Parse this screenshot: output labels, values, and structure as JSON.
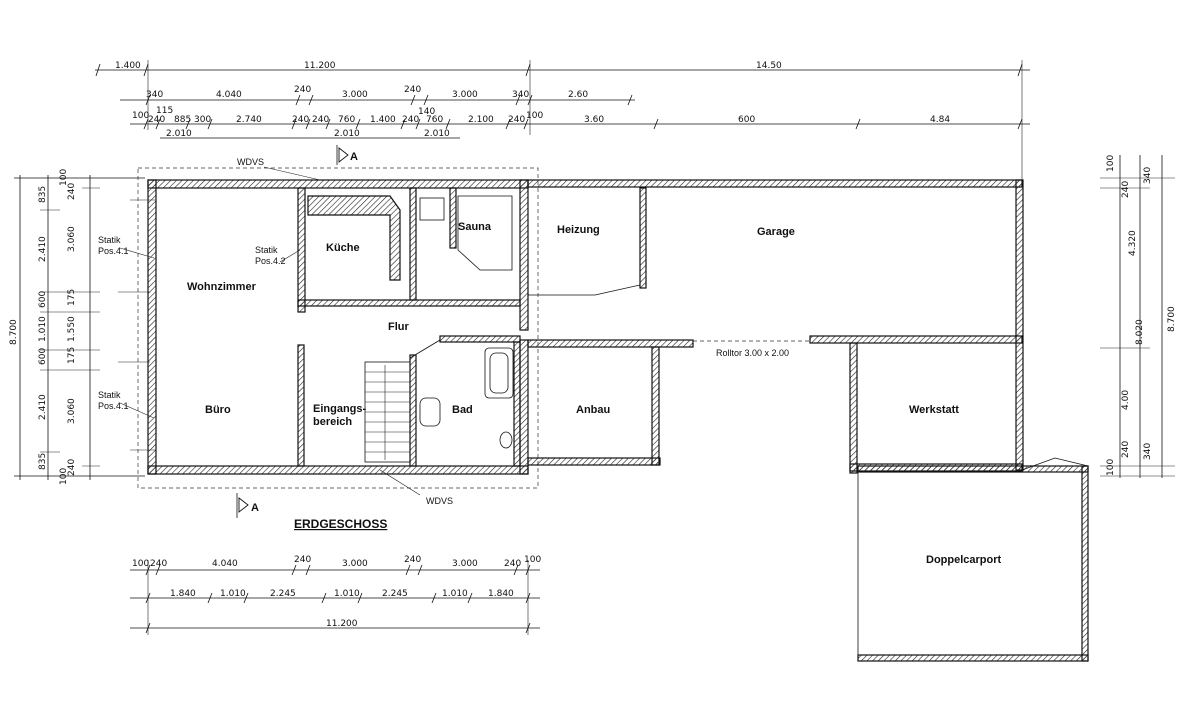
{
  "plan_title": "ERDGESCHOSS",
  "rooms": {
    "wohnzimmer": "Wohnzimmer",
    "kueche": "Küche",
    "sauna": "Sauna",
    "heizung": "Heizung",
    "garage": "Garage",
    "flur": "Flur",
    "buero": "Büro",
    "eingang_1": "Eingangs-",
    "eingang_2": "bereich",
    "bad": "Bad",
    "anbau": "Anbau",
    "werkstatt": "Werkstatt",
    "doppelcarport": "Doppelcarport"
  },
  "notes": {
    "wdvs_top": "WDVS",
    "wdvs_bottom": "WDVS",
    "statik_1_a": "Statik",
    "statik_1_b": "Pos.4.1",
    "statik_2_a": "Statik",
    "statik_2_b": "Pos.4.2",
    "statik_3_a": "Statik",
    "statik_3_b": "Pos.4.1",
    "rolltor": "Rolltor 3.00 x 2.00",
    "section_top": "A",
    "section_bottom": "A"
  },
  "dims_top_row1": [
    "1.400",
    "11.200",
    "14.50"
  ],
  "dims_top_row2": [
    "340",
    "4.040",
    "240",
    "3.000",
    "240",
    "3.000",
    "340",
    "2.60"
  ],
  "dims_top_row3": [
    "100",
    "115",
    "240",
    "885",
    "300",
    "2.740",
    "240",
    "240",
    "760",
    "1.400",
    "240",
    "760",
    "2.100",
    "240",
    "100",
    "3.60",
    "600",
    "4.84",
    "140"
  ],
  "dims_top_row4": [
    "2.010",
    "2.010",
    "2.010"
  ],
  "dims_bottom_row1": [
    "100",
    "240",
    "4.040",
    "240",
    "3.000",
    "240",
    "3.000",
    "240",
    "100"
  ],
  "dims_bottom_row2": [
    "1.840",
    "1.010",
    "2.245",
    "1.010",
    "2.245",
    "1.010",
    "1.840"
  ],
  "dims_bottom_row3": [
    "11.200"
  ],
  "dims_left_outer": [
    "8.700"
  ],
  "dims_left_mid": [
    "835",
    "2.410",
    "600",
    "1.010",
    "600",
    "2.410",
    "835"
  ],
  "dims_left_inner": [
    "240",
    "100",
    "3.060",
    "175",
    "1.550",
    "175",
    "3.060",
    "240",
    "100"
  ],
  "dims_right": [
    "100",
    "240",
    "340",
    "4.320",
    "8.020",
    "8.700",
    "4.00",
    "240",
    "340",
    "100"
  ]
}
